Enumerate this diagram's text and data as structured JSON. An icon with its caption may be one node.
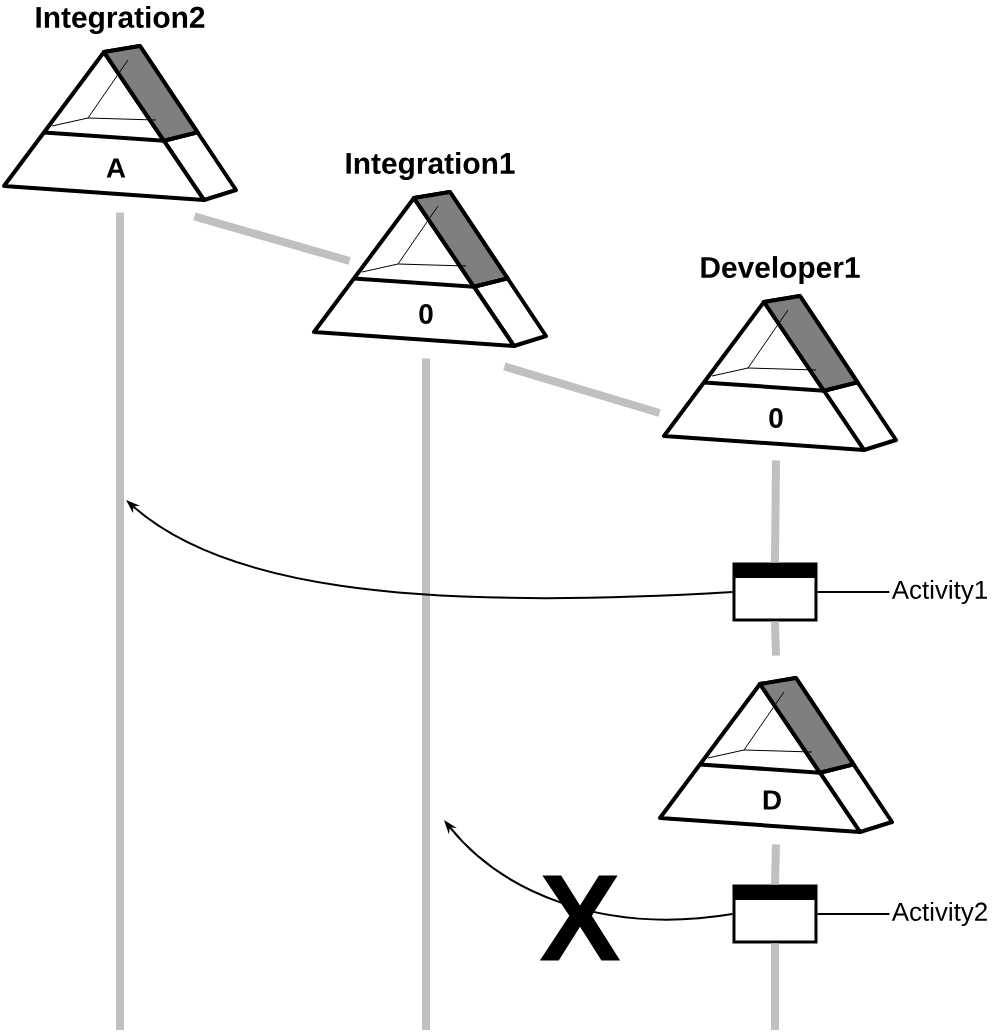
{
  "diagram": {
    "nodes": [
      {
        "text": [
          "Integration2",
          "A"
        ]
      },
      {
        "text": [
          "Integration1",
          "0"
        ]
      },
      {
        "text": [
          "Developer1",
          "0"
        ]
      },
      {
        "text": [],
        "shape": "box"
      },
      {
        "text": [
          "Activity1"
        ]
      },
      {
        "text": [
          "D"
        ]
      },
      {
        "text": [],
        "shape": "box"
      },
      {
        "text": [
          "Activity2"
        ]
      }
    ],
    "edges": [
      {
        "from": 0,
        "to": 1,
        "arrow": "none"
      },
      {
        "from": 1,
        "to": 2,
        "arrow": "none"
      },
      {
        "from": 0,
        "to": null,
        "arrow": "none"
      },
      {
        "from": 1,
        "to": null,
        "arrow": "none"
      },
      {
        "from": 2,
        "to": 3,
        "arrow": "none"
      },
      {
        "from": 3,
        "to": 5,
        "arrow": "none"
      },
      {
        "from": 5,
        "to": 6,
        "arrow": "none"
      },
      {
        "from": 6,
        "to": null,
        "arrow": "none"
      },
      {
        "from": 3,
        "to": 4,
        "arrow": "none",
        "color": "#000000"
      },
      {
        "from": 6,
        "to": 7,
        "arrow": "none",
        "color": "#000000"
      },
      {
        "from": 3,
        "to": null,
        "arrow": "to",
        "color": "#000000"
      },
      {
        "from": 6,
        "to": null,
        "arrow": "to",
        "color": "#000000"
      }
    ],
    "labels": [
      "X"
    ]
  }
}
